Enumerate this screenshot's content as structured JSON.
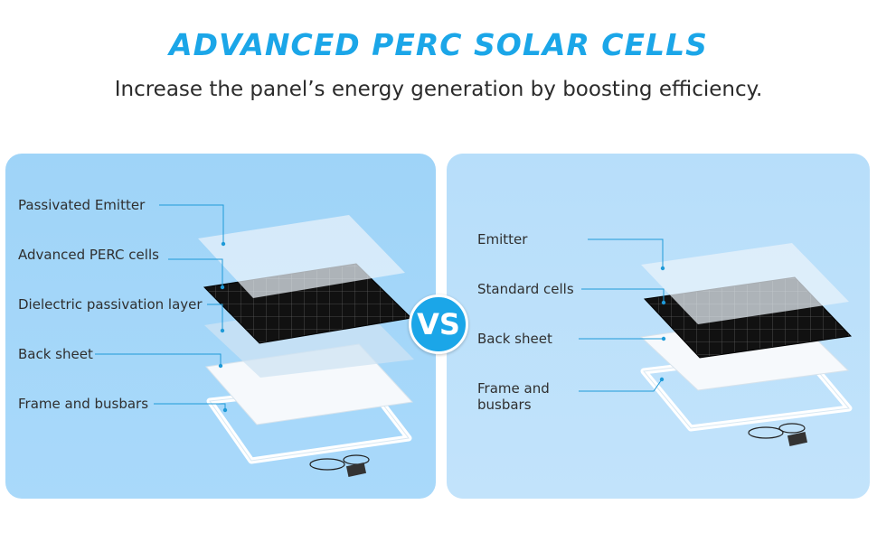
{
  "title": "ADVANCED PERC SOLAR CELLS",
  "subtitle": "Increase the panel’s energy generation by boosting efficiency.",
  "left_panel": {
    "labels": [
      "Passivated Emitter",
      "Advanced PERC cells",
      "Dielectric passivation layer",
      "Back sheet",
      "Frame and busbars"
    ]
  },
  "vs_badge": "VS",
  "right_panel": {
    "labels": [
      "Emitter",
      "Standard cells",
      "Back sheet",
      "Frame and busbars"
    ]
  },
  "colors": {
    "accent": "#1ba6e8",
    "left_panel_bg": "#a4d6f9",
    "right_panel_bg": "#bde1fa",
    "cell_black": "#111111",
    "leader_line": "#1e9ad8"
  }
}
